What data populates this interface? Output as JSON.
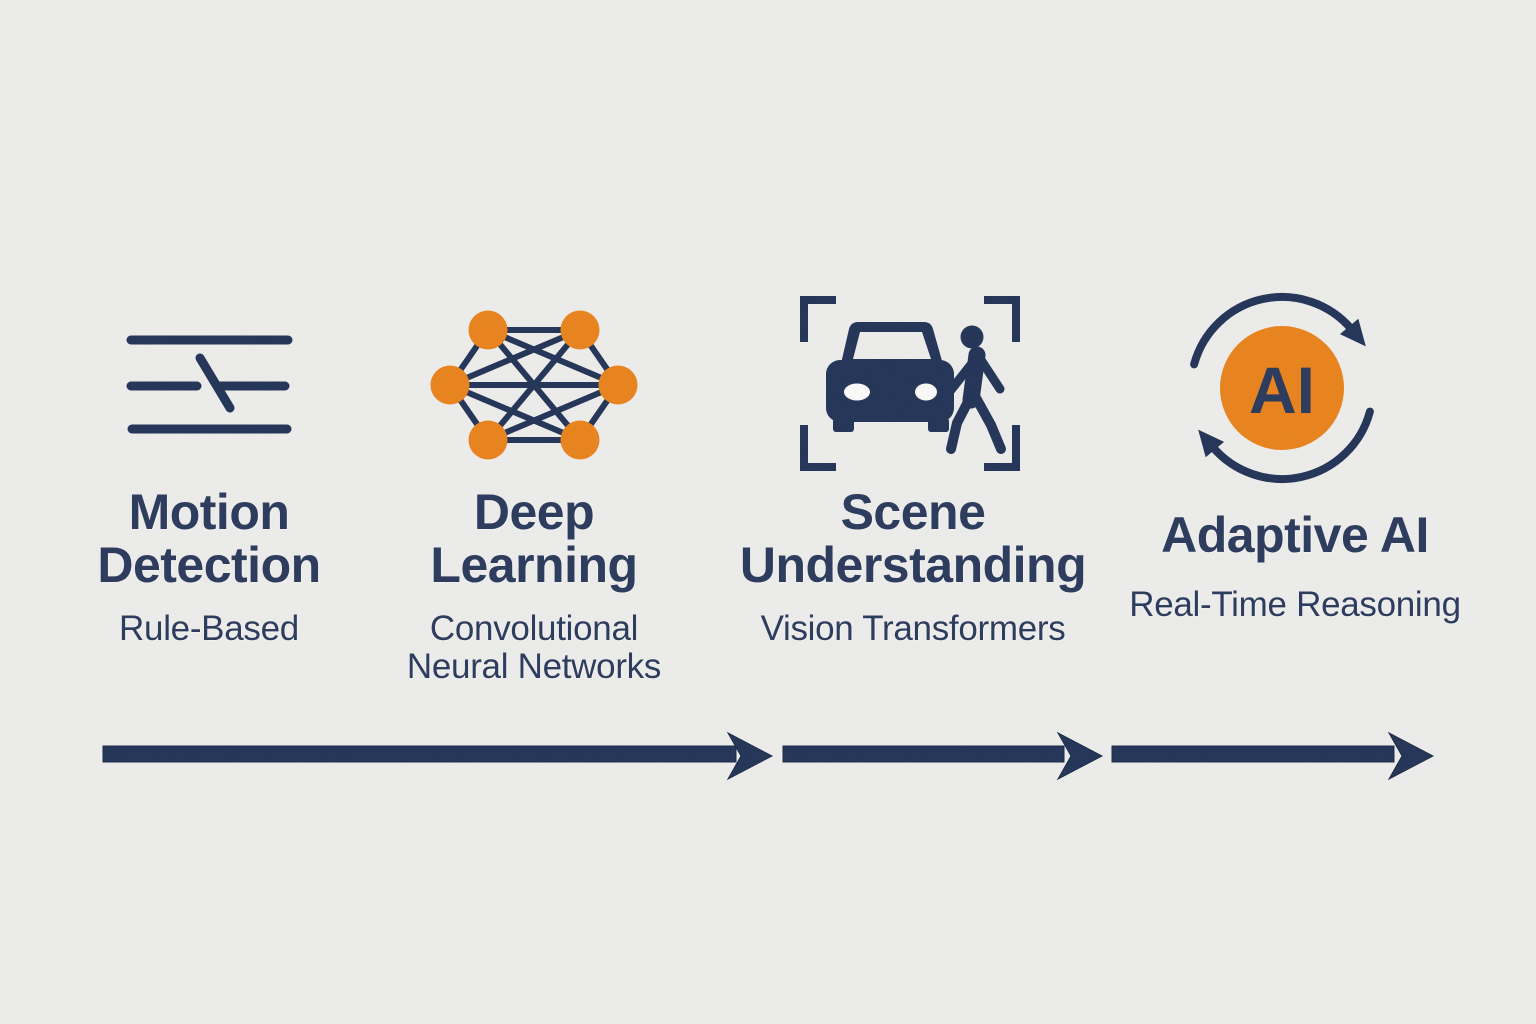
{
  "colors": {
    "bg": "#ECECEA",
    "ink": "#2B3A5C",
    "navy": "#233457",
    "orange": "#E8831D",
    "headlight": "#FAFAF8"
  },
  "stages": [
    {
      "title": "Motion\nDetection",
      "subtitle": "Rule-Based",
      "icon": "motion-lines-icon"
    },
    {
      "title": "Deep\nLearning",
      "subtitle": "Convolutional\nNeural Networks",
      "icon": "neural-network-icon"
    },
    {
      "title": "Scene\nUnderstanding",
      "subtitle": "Vision Transformers",
      "icon": "car-pedestrian-detection-icon"
    },
    {
      "title": "Adaptive AI",
      "subtitle": "Real-Time Reasoning",
      "icon": "adaptive-ai-cycle-icon"
    }
  ],
  "ai_badge": {
    "label": "AI"
  }
}
